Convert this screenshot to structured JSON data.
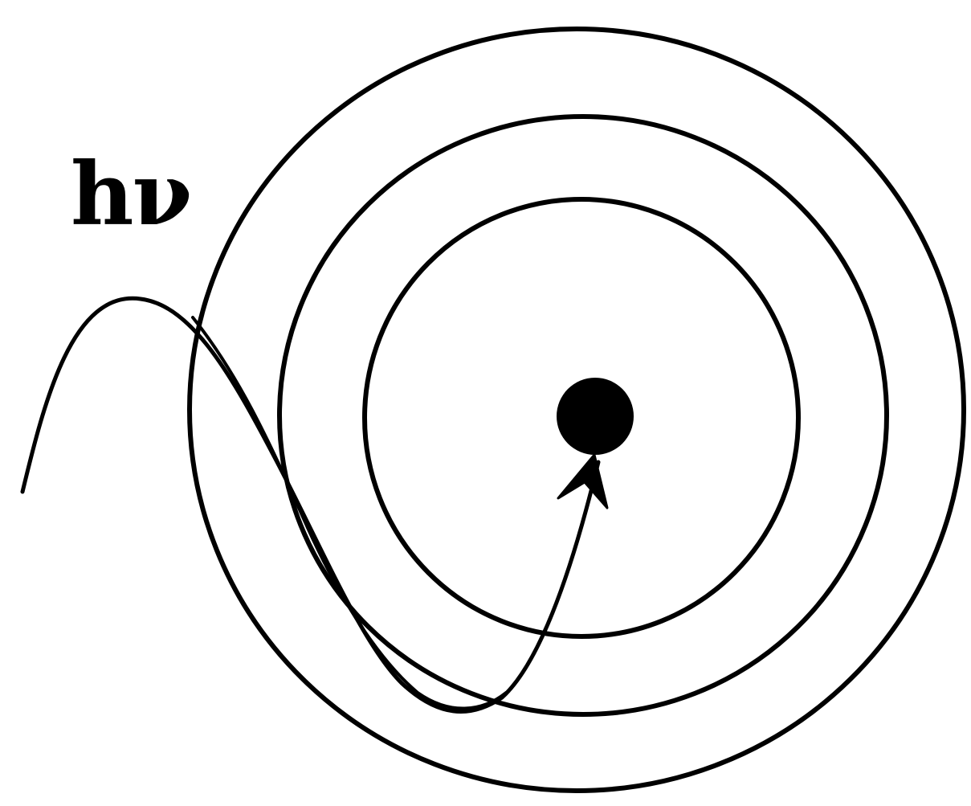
{
  "diagram": {
    "photon_label": "hν",
    "colors": {
      "ink": "#000000",
      "background": "#ffffff"
    },
    "shells": [
      "inner-shell",
      "middle-shell",
      "outer-shell"
    ],
    "elements": {
      "nucleus": "filled-circle",
      "photon_wave": "wavy-line",
      "electron_path": "curved-arrow"
    }
  }
}
